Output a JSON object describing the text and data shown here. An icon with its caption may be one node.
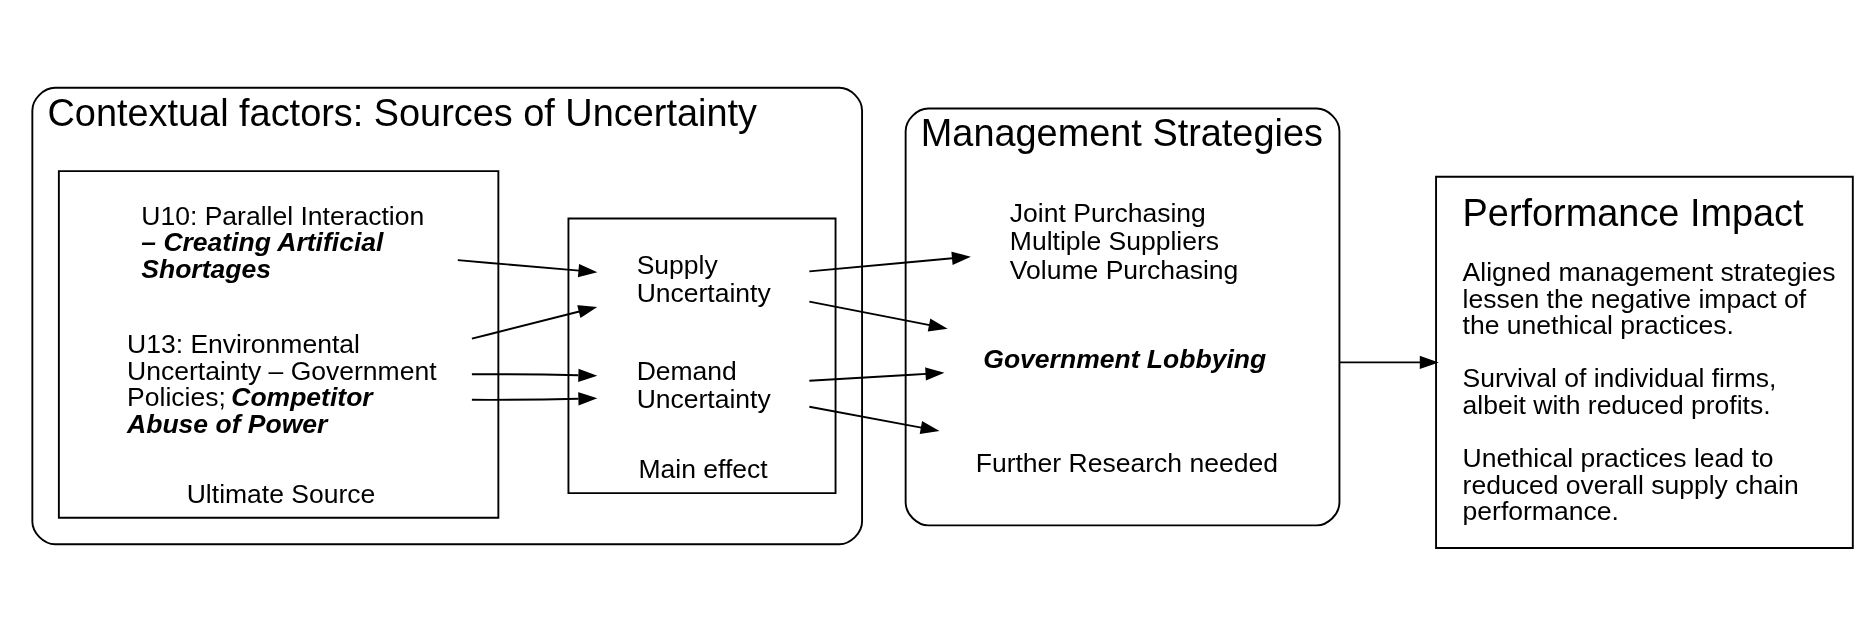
{
  "diagram": {
    "nodes": [
      {
        "text": [
          "Contextual factors: Sources of Uncertainty"
        ]
      },
      {
        "text": [],
        "shape": "box",
        "beside": [
          "Ultimate Source"
        ],
        "in": 0
      },
      {
        "text": [
          "U10: Parallel Interaction **– Creating Artificial Shortages**"
        ],
        "in": 1
      },
      {
        "text": [
          "U13: Environmental Uncertainty – Government Policies; **Competitor Abuse of Power**"
        ],
        "in": 1
      },
      {
        "text": [],
        "shape": "box",
        "beside": [
          "Main effect"
        ],
        "in": 0
      },
      {
        "text": [
          "Supply Uncertainty"
        ],
        "in": 4
      },
      {
        "text": [
          "Demand Uncertainty"
        ],
        "in": 4
      },
      {
        "text": [
          "Management Strategies"
        ]
      },
      {
        "text": [
          "Joint Purchasing",
          "Multiple Suppliers",
          "Volume Purchasing"
        ],
        "in": 7
      },
      {
        "text": [
          "Government Lobbying"
        ],
        "in": 7
      },
      {
        "text": [
          "Further Research needed"
        ],
        "in": 7
      },
      {
        "text": [
          "Performance Impact",
          "Aligned management strategies lessen the negative impact of the unethical practices.",
          "Survival of individual firms, albeit with reduced profits.",
          "Unethical practices lead to reduced overall supply chain performance."
        ]
      }
    ],
    "edges": [
      {
        "from": 2,
        "to": 5,
        "arrow": "to"
      },
      {
        "from": 3,
        "to": 5,
        "arrow": "to"
      },
      {
        "from": 3,
        "to": 6,
        "arrow": "to"
      },
      {
        "from": 3,
        "to": 6,
        "arrow": "to"
      },
      {
        "from": 5,
        "to": 8,
        "arrow": "to"
      },
      {
        "from": 5,
        "to": 9,
        "arrow": "to"
      },
      {
        "from": 6,
        "to": 9,
        "arrow": "to"
      },
      {
        "from": 6,
        "to": 10,
        "arrow": "to"
      },
      {
        "from": 7,
        "to": 11,
        "arrow": "to"
      }
    ]
  }
}
